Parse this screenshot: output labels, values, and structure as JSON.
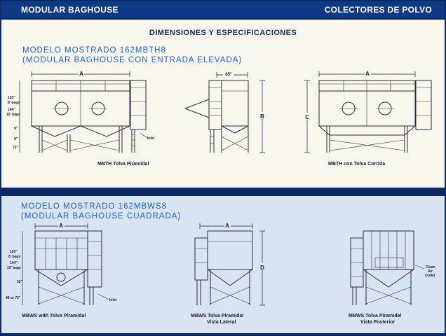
{
  "header": {
    "left_title": "MODULAR BAGHOUSE",
    "right_title": "COLECTORES DE POLVO"
  },
  "specs_title": "DIMENSIONES Y ESPECIFICACIONES",
  "section1": {
    "model_line": "MODELO MOSTRADO 162MBTH8",
    "model_desc": "(MODULAR BAGHOUSE CON ENTRADA ELEVADA)",
    "captions": [
      "MBTH Tolva Piramidal",
      "MBTH con Tolva Corrida"
    ],
    "dim_labels": {
      "a1": "A",
      "a2": "A",
      "b": "B",
      "c": "C",
      "width": "85\""
    },
    "side_dims": [
      "120\"",
      "8' bags",
      "144\"",
      "10' bags",
      "9\"",
      "8\"",
      "72\""
    ],
    "inlet": "Inlet"
  },
  "section2": {
    "model_line": "MODELO MOSTRADO 162MBWS8",
    "model_desc": "(MODULAR BAGHOUSE CUADRADA)",
    "captions": [
      "MBWS with Tolva Piramidal",
      "MBWS Tolva Piramidal",
      "Vista Lateral",
      "MBWS Tolva Piramidal",
      "Vista Posterior"
    ],
    "dim_labels": {
      "a1": "A",
      "a2": "A",
      "d": "D"
    },
    "side_dims": [
      "120\"",
      "8' bags",
      "144\"",
      "10' bags",
      "52\"",
      "48 or 72\""
    ],
    "inlet": "Inlet",
    "outlet": [
      "Clean",
      "Air",
      "Outlet"
    ]
  }
}
